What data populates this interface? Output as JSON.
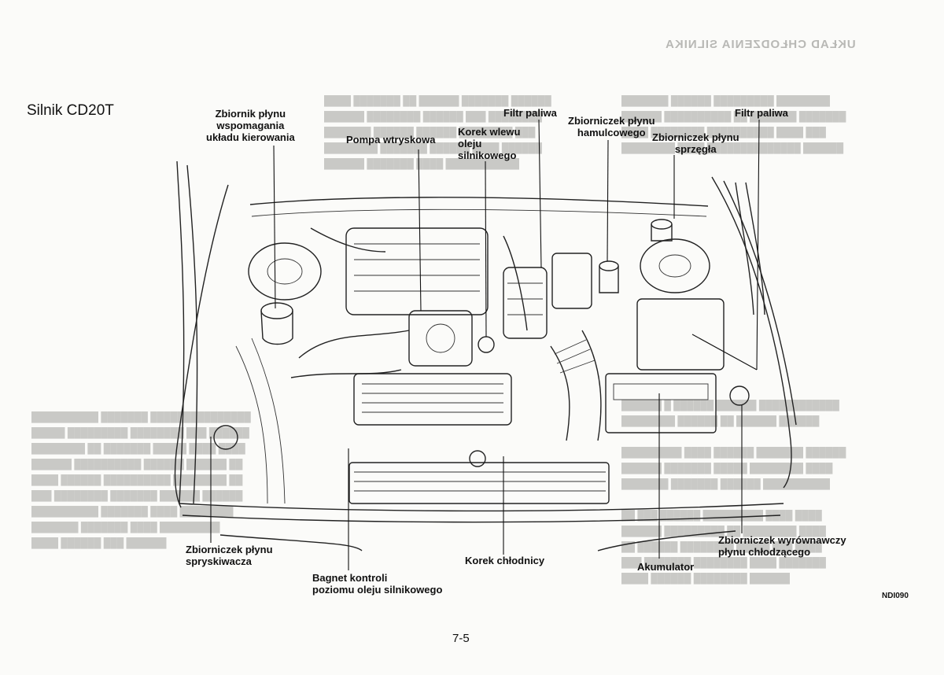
{
  "ghost_header": "UKŁAD CHŁODZENIA SILNIKA",
  "title": "Silnik CD20T",
  "labels": {
    "power_steering": "Zbiornik płynu\nwspomagania\nukładu kierowania",
    "injection_pump": "Pompa wtryskowa",
    "oil_filler": "Korek wlewu\noleju\nsilnikowego",
    "fuel_filter_1": "Filtr paliwa",
    "brake_reservoir": "Zbiorniczek płynu\nhamulcowego",
    "clutch_reservoir": "Zbiorniczek płynu\nsprzęgła",
    "fuel_filter_2": "Filtr paliwa",
    "washer_reservoir": "Zbiorniczek płynu\nspryskiwacza",
    "dipstick": "Bagnet kontroli\npoziomu oleju silnikowego",
    "radiator_cap": "Korek chłodnicy",
    "battery": "Akumulator",
    "coolant_reservoir": "Zbiorniczek wyrównawczy\npłynu chłodzącego"
  },
  "figure_code": "NDI090",
  "page_number": "7-5"
}
